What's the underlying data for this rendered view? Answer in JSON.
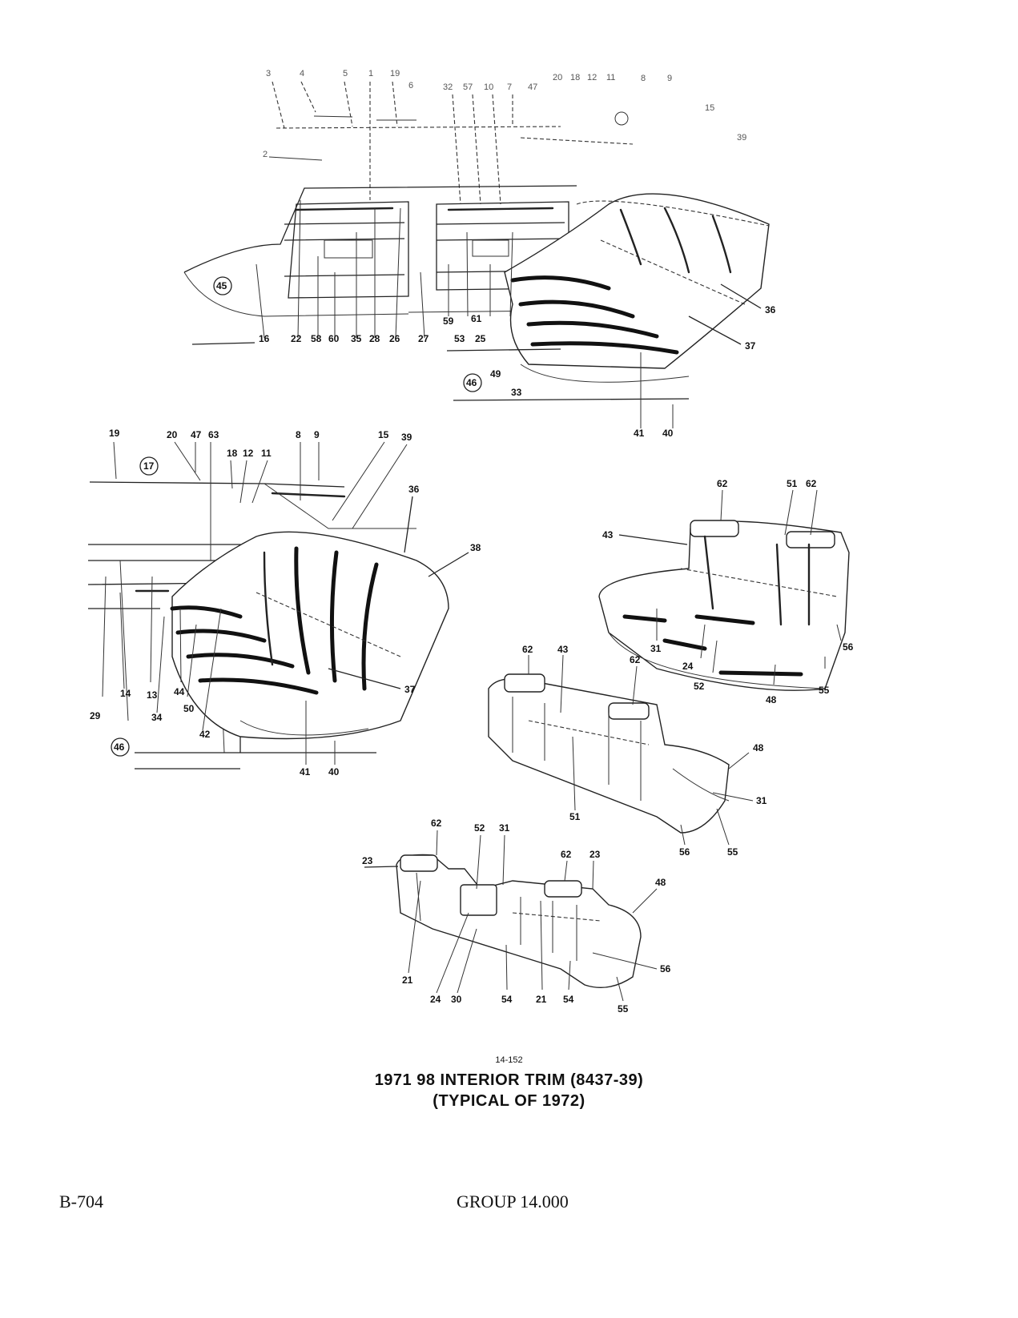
{
  "figure": {
    "number": "14-152",
    "title": "1971 98 INTERIOR TRIM (8437-39)",
    "subtitle": "(TYPICAL OF 1972)"
  },
  "footer": {
    "page": "B-704",
    "group": "GROUP 14.000"
  },
  "views": {
    "top_door_view": {
      "top_labels_left": [
        "3",
        "4",
        "5",
        "1",
        "19",
        "6"
      ],
      "top_labels_mid": [
        "32",
        "57",
        "10",
        "7",
        "47"
      ],
      "top_labels_right": [
        "20",
        "18",
        "12",
        "11",
        "8",
        "9"
      ],
      "side_labels": [
        "2",
        "15",
        "39"
      ],
      "bottom_labels": [
        "16",
        "22",
        "58",
        "60",
        "35",
        "28",
        "26",
        "27",
        "59",
        "61",
        "53",
        "25",
        "49",
        "33",
        "41",
        "40"
      ],
      "right_labels": [
        "36",
        "37"
      ],
      "circled": [
        "45",
        "46"
      ]
    },
    "left_door_view": {
      "top_labels": [
        "19",
        "20",
        "47",
        "63",
        "18",
        "12",
        "11",
        "8",
        "9",
        "15",
        "39"
      ],
      "right_labels": [
        "36",
        "38",
        "37"
      ],
      "bottom_labels": [
        "14",
        "13",
        "44",
        "34",
        "50",
        "42",
        "29",
        "41",
        "40"
      ],
      "circled": [
        "17",
        "46"
      ]
    },
    "rear_seat_view": {
      "labels": [
        "62",
        "51",
        "62",
        "43",
        "31",
        "24",
        "52",
        "48",
        "55",
        "56"
      ]
    },
    "bench_seat_view": {
      "labels": [
        "62",
        "43",
        "62",
        "48",
        "31",
        "51",
        "56",
        "55"
      ]
    },
    "split_seat_view": {
      "labels": [
        "62",
        "52",
        "31",
        "62",
        "23",
        "23",
        "48",
        "56",
        "21",
        "24",
        "30",
        "54",
        "21",
        "54",
        "55"
      ]
    }
  }
}
